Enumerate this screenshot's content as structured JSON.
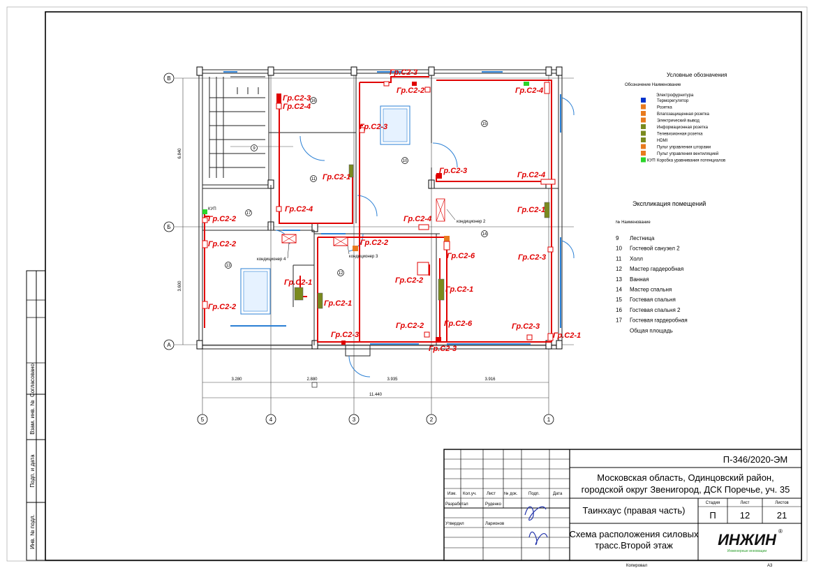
{
  "legend": {
    "title": "Условные обозначения",
    "header": "Обозначение Наименование",
    "group": "Электрофурнитура",
    "items": [
      {
        "name": "Терморегулятор",
        "color": "#0033cc"
      },
      {
        "name": "Розетка",
        "color": "#e87a1e"
      },
      {
        "name": "Влагозащищенная розетка",
        "color": "#e87a1e"
      },
      {
        "name": "Электрический вывод",
        "color": "#e87a1e"
      },
      {
        "name": "Информационная розетка",
        "color": "#7a8a1e"
      },
      {
        "name": "Телевизионная розетка",
        "color": "#7a8a1e"
      },
      {
        "name": "HDMI",
        "color": "#7a8a1e"
      },
      {
        "name": "Пульт управления шторами",
        "color": "#e87a1e"
      },
      {
        "name": "Пульт управления вентиляцией",
        "color": "#e87a1e"
      },
      {
        "name": "Коробка уравнивания потенциалов",
        "color": "#2ad42a"
      }
    ],
    "kup_code": "КУП"
  },
  "explication": {
    "title": "Экспликация помещений",
    "header": "№ Наименование",
    "rows": [
      {
        "num": "9",
        "name": "Лестница"
      },
      {
        "num": "10",
        "name": "Гостевой санузел 2"
      },
      {
        "num": "11",
        "name": "Холл"
      },
      {
        "num": "12",
        "name": "Мастер гардеробная"
      },
      {
        "num": "13",
        "name": "Ванная"
      },
      {
        "num": "14",
        "name": "Мастер спальня"
      },
      {
        "num": "15",
        "name": "Гостевая спальня"
      },
      {
        "num": "16",
        "name": "Гостевая спальня 2"
      },
      {
        "num": "17",
        "name": "Гостевая гардеробная"
      },
      {
        "num": "",
        "name": "Общая площадь"
      }
    ]
  },
  "plan": {
    "row_axes": [
      "В",
      "Б",
      "А"
    ],
    "col_axes": [
      "5",
      "4",
      "3",
      "2",
      "1"
    ],
    "dims": [
      "3.280",
      "2.880",
      "3.935",
      "3.916"
    ],
    "total_dim": "11.440",
    "vert_dims": [
      "6.840",
      "3.600"
    ],
    "rooms": [
      "9",
      "10",
      "11",
      "12",
      "13",
      "14",
      "15",
      "16",
      "17"
    ],
    "circuits": [
      "Гр.С2-3",
      "Гр.С2-2",
      "Гр.С2-4",
      "Гр.С2-3",
      "Гр.С2-4",
      "Гр.С2-3",
      "Гр.С2-1",
      "Гр.С2-3",
      "Гр.С2-4",
      "Гр.С2-4",
      "Гр.С2-2",
      "Гр.С2-4",
      "Гр.С2-1",
      "Гр.С2-2",
      "Гр.С2-2",
      "Гр.С2-3",
      "Гр.С2-6",
      "Гр.С2-1",
      "Гр.С2-2",
      "Гр.С2-1",
      "Гр.С2-1",
      "Гр.С2-2",
      "Гр.С2-2",
      "Гр.С2-3",
      "Гр.С2-6",
      "Гр.С2-3",
      "Гр.С2-3",
      "Гр.С2-1"
    ],
    "conditioners": [
      "кондиционер 2",
      "кондиционер 3",
      "кондиционер 4"
    ],
    "kup": "КУП"
  },
  "left_strip": {
    "agreed": "Согласовано",
    "vzam": "Взам. инв. №",
    "podp": "Подп. и дата",
    "inv": "Инв. № подл."
  },
  "title_block": {
    "code": "П-346/2020-ЭМ",
    "location": "Московская область, Одинцовский район, городской округ Звенигород, ДСК Поречье, уч. 35",
    "location_l1": "Московская область, Одинцовский район,",
    "location_l2": "городской округ Звенигород, ДСК Поречье, уч. 35",
    "building": "Таинхаус (правая часть)",
    "sheet_title_l1": "Схема расположения силовых",
    "sheet_title_l2": "трасс.Второй этаж",
    "col_heads": [
      "Изм.",
      "Кол.уч.",
      "Лист",
      "№ док.",
      "Подп.",
      "Дата"
    ],
    "role1": "Разработал",
    "name1": "Руденко",
    "role2": "Утвердил",
    "name2": "Ларионов",
    "stage_head": "Стадия",
    "sheet_head": "Лист",
    "sheets_head": "Листов",
    "stage": "П",
    "sheet": "12",
    "sheets": "21",
    "logo": "ИНЖИН",
    "logo_sub": "Инженерные инновации",
    "copied": "Копировал",
    "format": "А3"
  }
}
